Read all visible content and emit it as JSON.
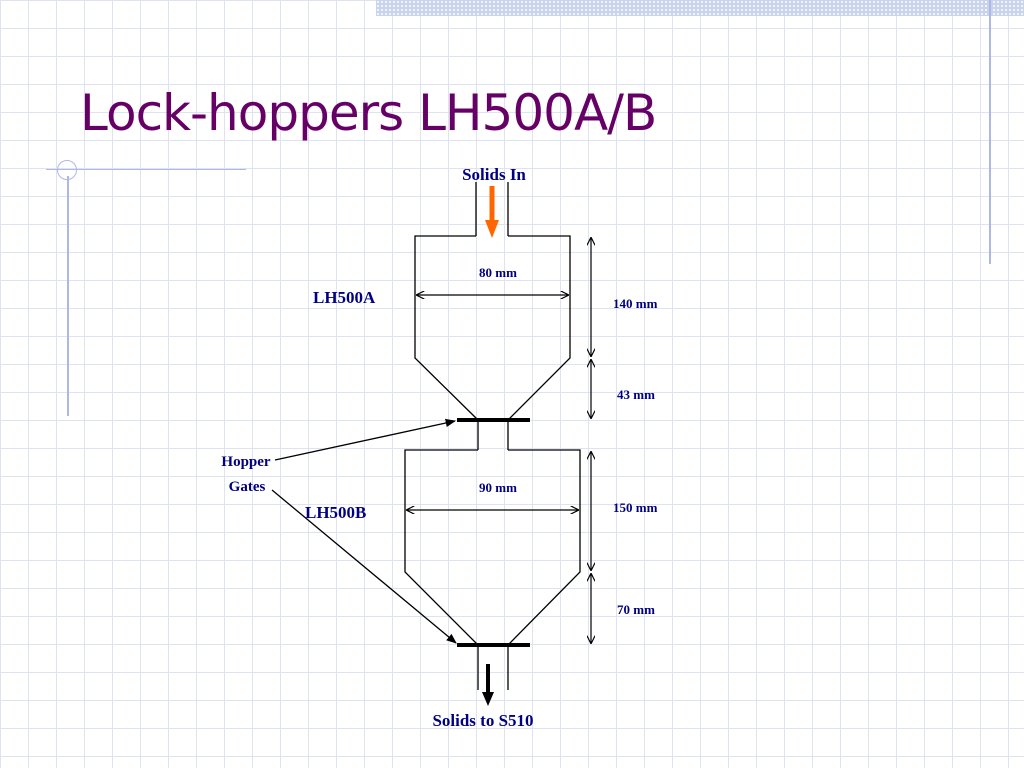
{
  "slide": {
    "title": "Lock-hoppers LH500A/B"
  },
  "diagram": {
    "inlet_label": "Solids In",
    "outlet_label": "Solids to S510",
    "hoppers": [
      {
        "name": "LH500A",
        "diameter": "80 mm",
        "cylinder_height": "140 mm",
        "cone_height": "43 mm"
      },
      {
        "name": "LH500B",
        "diameter": "90 mm",
        "cylinder_height": "150 mm",
        "cone_height": "70 mm"
      }
    ],
    "gate_label_line1": "Hopper",
    "gate_label_line2": "Gates"
  },
  "colors": {
    "title": "#660066",
    "labels": "#000080",
    "inlet_arrow": "#ff6600",
    "outline": "#000000"
  }
}
